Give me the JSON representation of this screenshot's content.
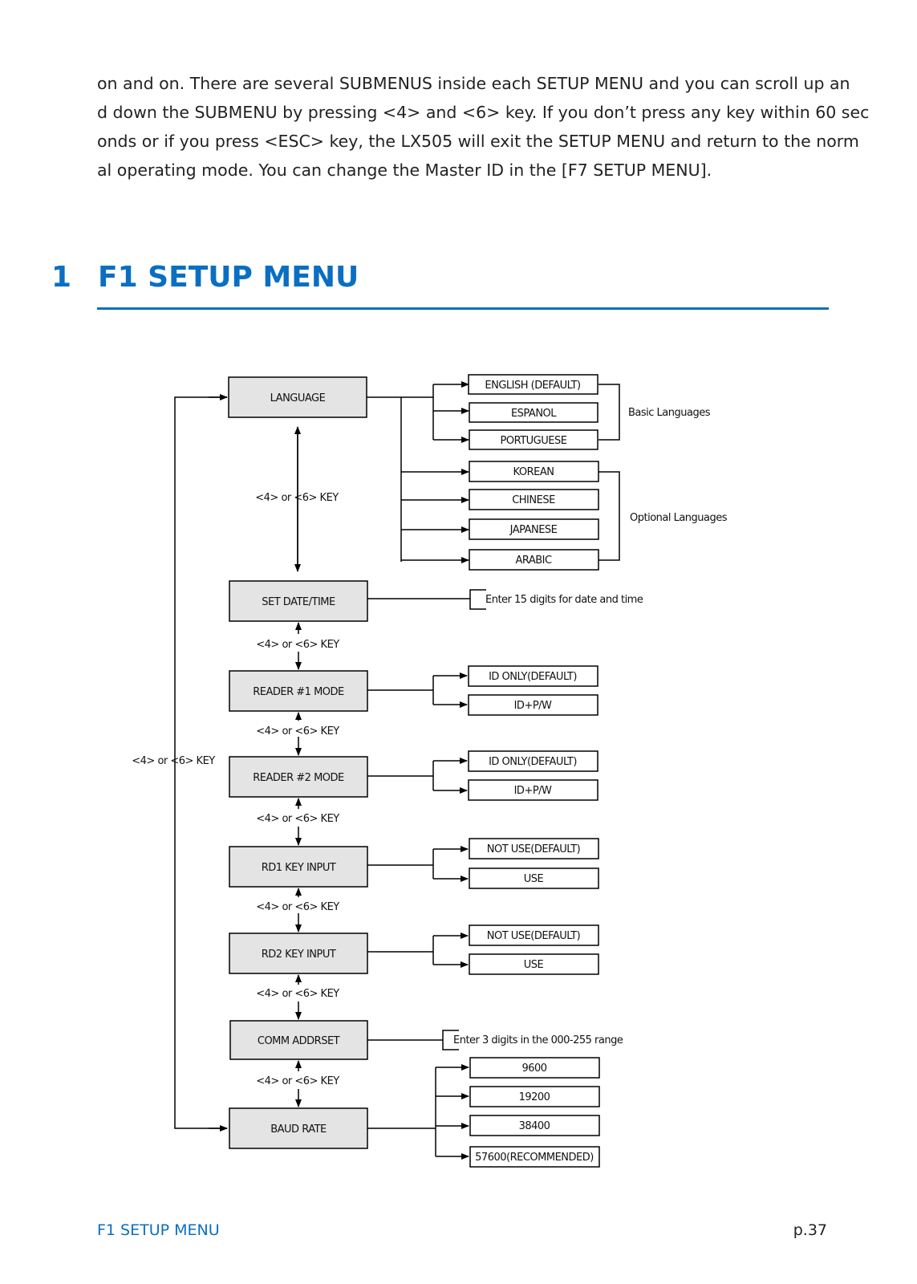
{
  "intro": {
    "lines": [
      "on and on. There are several SUBMENUS inside each SETUP MENU and you can scroll up an",
      "d down the SUBMENU by pressing <4> and <6> key. If you don’t press any key within 60 sec",
      "onds or if you press <ESC> key, the LX505 will exit the SETUP MENU and return to the norm",
      "al operating mode. You can change the Master ID in the [F7 SETUP MENU]."
    ]
  },
  "section": {
    "number": "1",
    "title": "F1 SETUP MENU"
  },
  "diagram": {
    "menus": [
      "LANGUAGE",
      "SET DATE/TIME",
      "READER #1 MODE",
      "READER #2 MODE",
      "RD1 KEY INPUT",
      "RD2 KEY INPUT",
      "COMM ADDRSET",
      "BAUD RATE"
    ],
    "key_label": "<4> or <6> KEY",
    "language_options": [
      "ENGLISH (DEFAULT)",
      "ESPANOL",
      "PORTUGUESE",
      "KOREAN",
      "CHINESE",
      "JAPANESE",
      "ARABIC"
    ],
    "basic_languages_label": "Basic Languages",
    "optional_languages_label": "Optional Languages",
    "date_time_note": "Enter 15 digits for date and time",
    "reader1_options": [
      "ID ONLY(DEFAULT)",
      "ID+P/W"
    ],
    "reader2_options": [
      "ID ONLY(DEFAULT)",
      "ID+P/W"
    ],
    "rd1_options": [
      "NOT USE(DEFAULT)",
      "USE"
    ],
    "rd2_options": [
      "NOT USE(DEFAULT)",
      "USE"
    ],
    "comm_note": "Enter 3 digits in the 000-255 range",
    "baud_options": [
      "9600",
      "19200",
      "38400",
      "57600(RECOMMENDED)"
    ]
  },
  "footer": {
    "section_title": "F1 SETUP MENU",
    "page": "p.37"
  }
}
